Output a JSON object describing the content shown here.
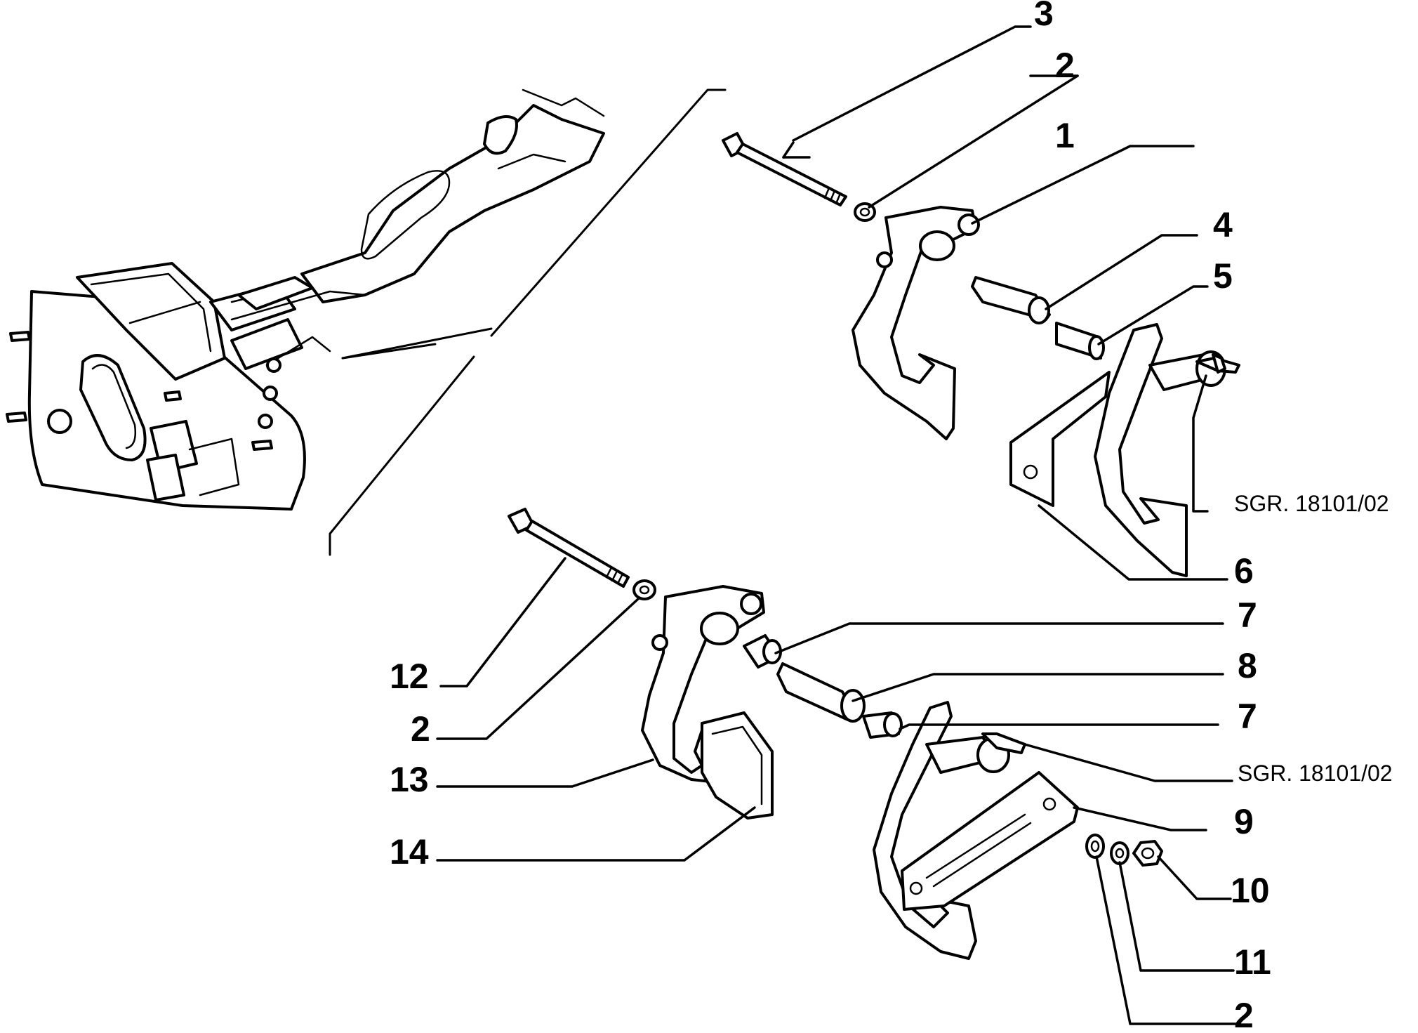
{
  "diagram": {
    "callouts": [
      {
        "id": "c3-top",
        "label": "3"
      },
      {
        "id": "c2-top",
        "label": "2"
      },
      {
        "id": "c1",
        "label": "1"
      },
      {
        "id": "c4",
        "label": "4"
      },
      {
        "id": "c5",
        "label": "5"
      },
      {
        "id": "c-sgr-top",
        "label": "SGR. 18101/02"
      },
      {
        "id": "c6",
        "label": "6"
      },
      {
        "id": "c7-upper",
        "label": "7"
      },
      {
        "id": "c8",
        "label": "8"
      },
      {
        "id": "c7-lower",
        "label": "7"
      },
      {
        "id": "c-sgr-mid",
        "label": "SGR. 18101/02"
      },
      {
        "id": "c9",
        "label": "9"
      },
      {
        "id": "c10",
        "label": "10"
      },
      {
        "id": "c11",
        "label": "11"
      },
      {
        "id": "c2-bottom",
        "label": "2"
      },
      {
        "id": "c12",
        "label": "12"
      },
      {
        "id": "c2-left",
        "label": "2"
      },
      {
        "id": "c13",
        "label": "13"
      },
      {
        "id": "c14",
        "label": "14"
      }
    ]
  }
}
